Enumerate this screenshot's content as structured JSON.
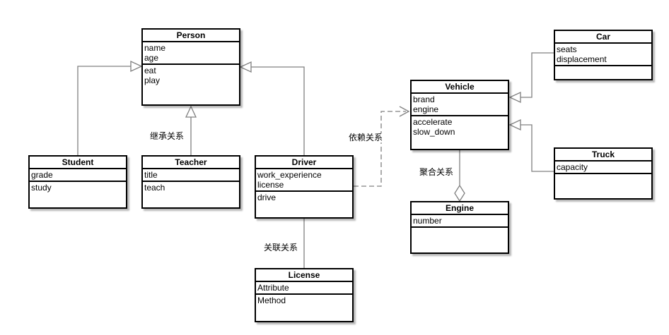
{
  "diagram": {
    "type": "uml-class-diagram",
    "background_color": "#ffffff",
    "box_border_color": "#000000",
    "box_fill_color": "#ffffff",
    "edge_color": "#808080"
  },
  "classes": {
    "person": {
      "name": "Person",
      "attributes": [
        "name",
        "age"
      ],
      "methods": [
        "eat",
        "play"
      ]
    },
    "student": {
      "name": "Student",
      "attributes": [
        "grade"
      ],
      "methods": [
        "study"
      ]
    },
    "teacher": {
      "name": "Teacher",
      "attributes": [
        "title"
      ],
      "methods": [
        "teach"
      ]
    },
    "driver": {
      "name": "Driver",
      "attributes": [
        "work_experience",
        "license"
      ],
      "methods": [
        "drive"
      ]
    },
    "license": {
      "name": "License",
      "attributes": [
        "Attribute"
      ],
      "methods": [
        "Method"
      ]
    },
    "vehicle": {
      "name": "Vehicle",
      "attributes": [
        "brand",
        "engine"
      ],
      "methods": [
        "accelerate",
        "slow_down"
      ]
    },
    "car": {
      "name": "Car",
      "attributes": [
        "seats",
        "displacement"
      ],
      "methods": []
    },
    "truck": {
      "name": "Truck",
      "attributes": [
        "capacity"
      ],
      "methods": []
    },
    "engine": {
      "name": "Engine",
      "attributes": [
        "number"
      ],
      "methods": []
    }
  },
  "edges": [
    {
      "from": "Student",
      "to": "Person",
      "type": "inheritance",
      "label": ""
    },
    {
      "from": "Teacher",
      "to": "Person",
      "type": "inheritance",
      "label": "继承关系"
    },
    {
      "from": "Driver",
      "to": "Person",
      "type": "inheritance",
      "label": ""
    },
    {
      "from": "Driver",
      "to": "License",
      "type": "association",
      "label": "关联关系"
    },
    {
      "from": "Driver",
      "to": "Vehicle",
      "type": "dependency",
      "label": "依赖关系"
    },
    {
      "from": "Engine",
      "to": "Vehicle",
      "type": "aggregation",
      "label": "聚合关系"
    },
    {
      "from": "Car",
      "to": "Vehicle",
      "type": "inheritance",
      "label": ""
    },
    {
      "from": "Truck",
      "to": "Vehicle",
      "type": "inheritance",
      "label": ""
    }
  ]
}
